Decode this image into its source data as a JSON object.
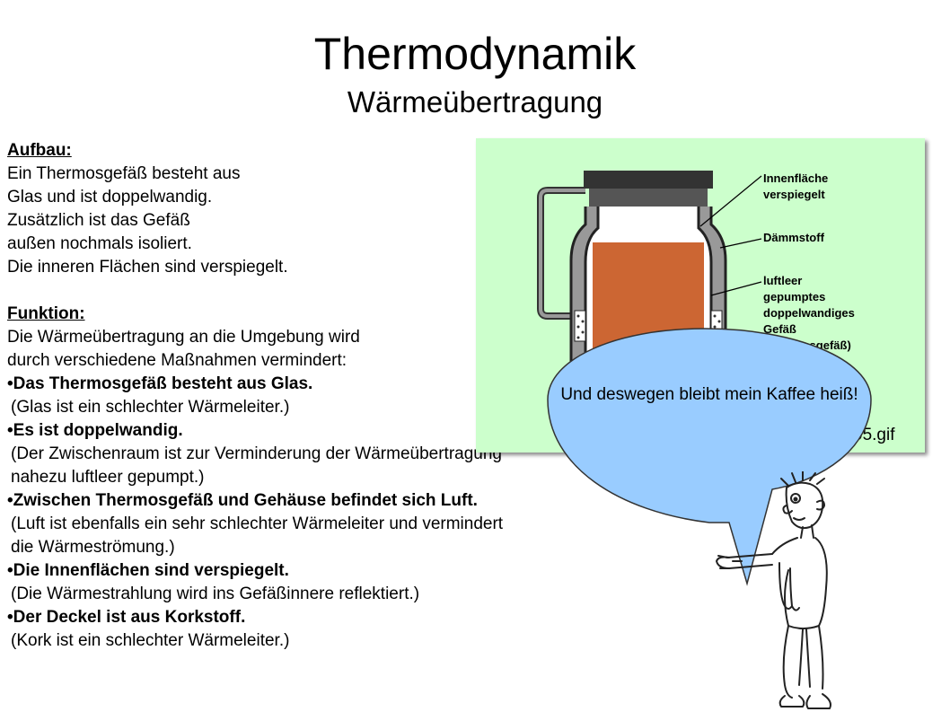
{
  "header": {
    "title": "Thermodynamik",
    "subtitle": "Wärmeübertragung"
  },
  "aufbau": {
    "heading": "Aufbau:",
    "lines": [
      "Ein Thermosgefäß besteht aus",
      "Glas und ist doppelwandig.",
      "Zusätzlich ist das Gefäß",
      "außen nochmals isoliert.",
      "Die inneren Flächen sind verspiegelt."
    ]
  },
  "funktion": {
    "heading": "Funktion:",
    "lines": [
      "Die Wärmeübertragung an die Umgebung wird",
      "durch verschiedene Maßnahmen vermindert:"
    ],
    "points": [
      {
        "title": "•Das Thermosgefäß besteht aus Glas.",
        "details": [
          " (Glas ist ein schlechter Wärmeleiter.)"
        ]
      },
      {
        "title": "•Es ist doppelwandig.",
        "details": [
          " (Der Zwischenraum ist zur Verminderung der Wärmeübertragung",
          " nahezu luftleer gepumpt.)"
        ]
      },
      {
        "title": "•Zwischen Thermosgefäß und Gehäuse befindet sich Luft.",
        "details": [
          " (Luft ist ebenfalls ein sehr schlechter Wärmeleiter und vermindert",
          " die Wärmeströmung.)"
        ]
      },
      {
        "title": "•Die Innenflächen sind verspiegelt.",
        "details": [
          " (Die Wärmestrahlung wird ins Gefäßinnere reflektiert.)"
        ]
      },
      {
        "title": "•Der Deckel ist aus Korkstoff.",
        "details": [
          " (Kork ist ein schlechter Wärmeleiter.)"
        ]
      }
    ]
  },
  "figure": {
    "label_mirrored_1": "Innenfläche",
    "label_mirrored_2": "verspiegelt",
    "label_insulation": "Dämmstoff",
    "label_vacuum_1": "luftleer",
    "label_vacuum_2": "gepumptes",
    "label_vacuum_3": "doppelwandiges",
    "label_vacuum_4": "Gefäß",
    "label_vacuum_5": "msgefäß)",
    "filename": "05.gif",
    "colors": {
      "background": "#ccffcc",
      "coffee": "#cc6633",
      "wall": "#999999"
    }
  },
  "speech_bubble": {
    "text": "Und deswegen bleibt mein Kaffee heiß!",
    "color": "#99ccff"
  }
}
